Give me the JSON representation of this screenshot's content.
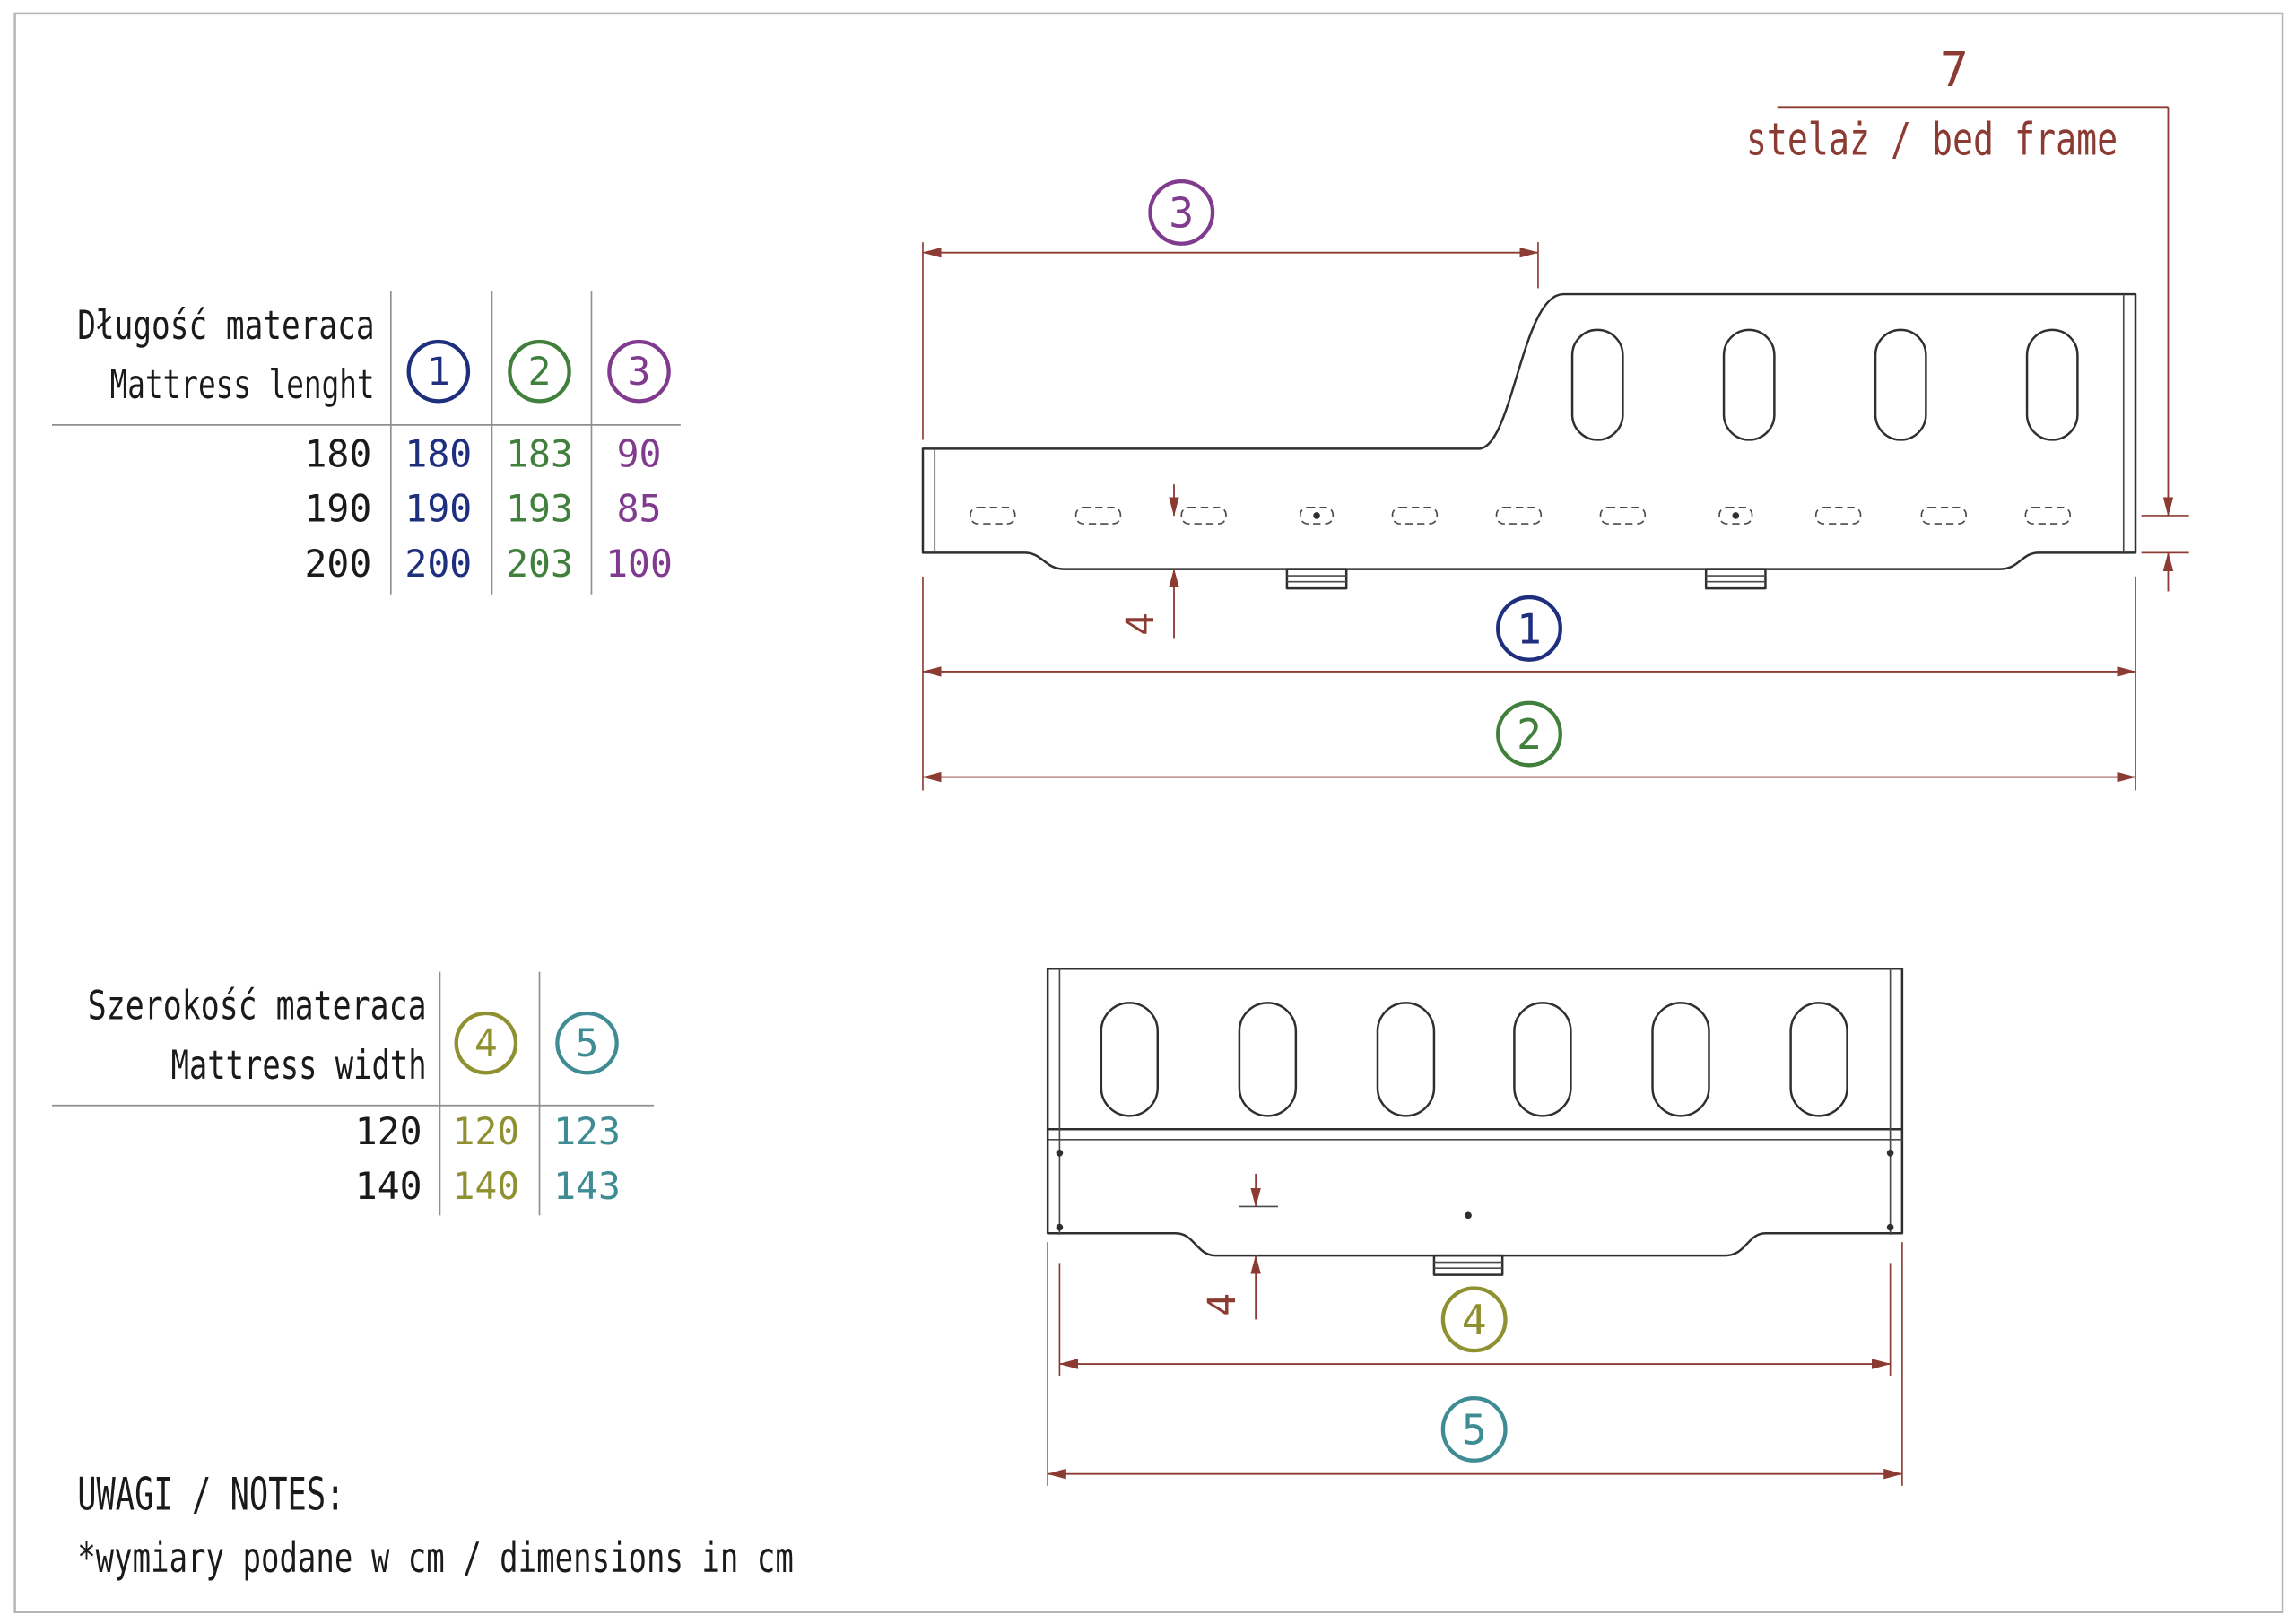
{
  "header": {
    "part_number": "7",
    "part_name": "stelaż / bed frame"
  },
  "length_table": {
    "title_pl": "Długość materaca",
    "title_en": "Mattress lenght",
    "col_labels": [
      "1",
      "2",
      "3"
    ],
    "rows": [
      [
        "180",
        "180",
        "183",
        "90"
      ],
      [
        "190",
        "190",
        "193",
        "85"
      ],
      [
        "200",
        "200",
        "203",
        "100"
      ]
    ]
  },
  "width_table": {
    "title_pl": "Szerokość materaca",
    "title_en": "Mattress width",
    "col_labels": [
      "4",
      "5"
    ],
    "rows": [
      [
        "120",
        "120",
        "123"
      ],
      [
        "140",
        "140",
        "143"
      ]
    ]
  },
  "dim_labels": {
    "d1": "1",
    "d2": "2",
    "d3": "3",
    "d4": "4",
    "d5": "5",
    "small_v1": "4",
    "small_v2": "4"
  },
  "notes": {
    "heading": "UWAGI / NOTES:",
    "line1": "*wymiary podane w cm / dimensions in cm"
  },
  "colors": {
    "dimension_red": "#8c3b33",
    "circle1_blue": "#1e2f7e",
    "circle2_green": "#41803c",
    "circle3_purple": "#813b8e",
    "circle4_olive": "#8f9030",
    "circle5_teal": "#3f8c94",
    "drawing_line": "#2f2f2f",
    "table_line": "#8f8f8f"
  }
}
